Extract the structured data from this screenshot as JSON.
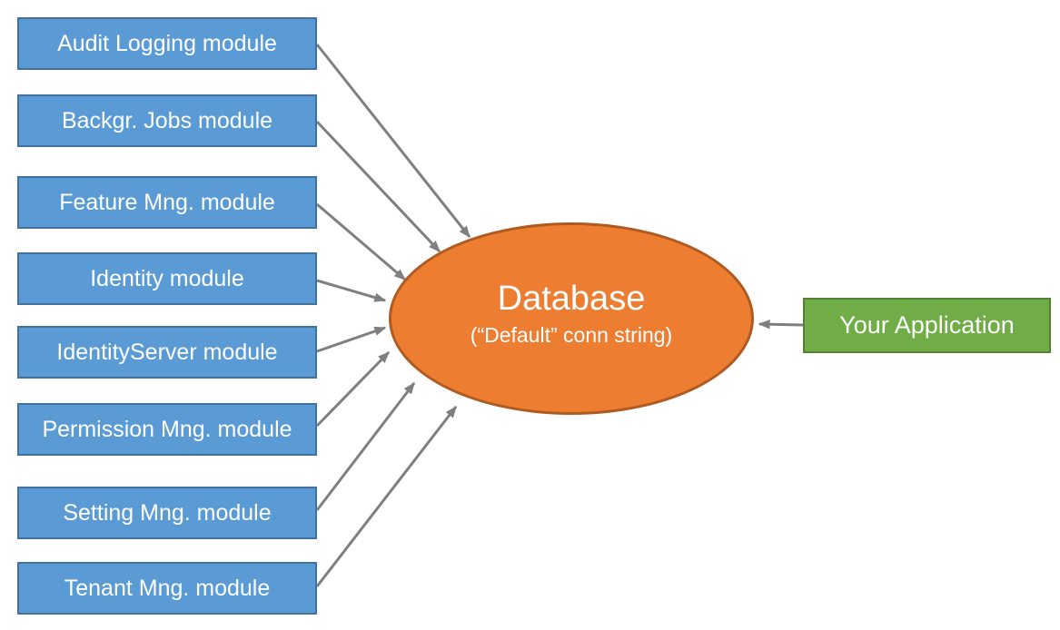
{
  "diagram": {
    "modules": [
      {
        "label": "Audit Logging module"
      },
      {
        "label": "Backgr. Jobs module"
      },
      {
        "label": "Feature Mng. module"
      },
      {
        "label": "Identity module"
      },
      {
        "label": "IdentityServer module"
      },
      {
        "label": "Permission Mng. module"
      },
      {
        "label": "Setting Mng. module"
      },
      {
        "label": "Tenant Mng. module"
      }
    ],
    "database": {
      "title": "Database",
      "subtitle": "(“Default” conn string)"
    },
    "application": {
      "label": "Your Application"
    },
    "connections": [
      {
        "from": "Audit Logging module",
        "to": "Database"
      },
      {
        "from": "Backgr. Jobs module",
        "to": "Database"
      },
      {
        "from": "Feature Mng. module",
        "to": "Database"
      },
      {
        "from": "Identity module",
        "to": "Database"
      },
      {
        "from": "IdentityServer module",
        "to": "Database"
      },
      {
        "from": "Permission Mng. module",
        "to": "Database"
      },
      {
        "from": "Setting Mng. module",
        "to": "Database"
      },
      {
        "from": "Tenant Mng. module",
        "to": "Database"
      },
      {
        "from": "Your Application",
        "to": "Database"
      }
    ],
    "colors": {
      "module_fill": "#5B9BD5",
      "module_border": "#41719C",
      "database_fill": "#ED7D31",
      "database_border": "#AE5A21",
      "application_fill": "#70AD47",
      "application_border": "#548235",
      "arrow": "#7F7F7F",
      "text": "#FFFFFF",
      "background": "#FFFFFF"
    }
  }
}
